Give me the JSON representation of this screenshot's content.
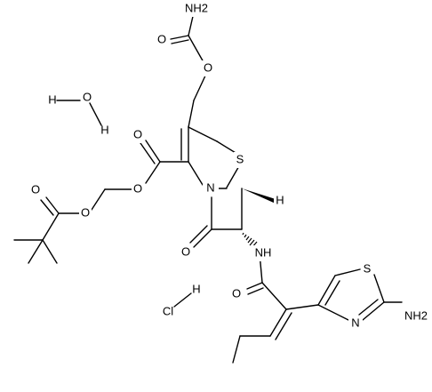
{
  "molecule": {
    "atoms": {
      "nh2_carbamate": "NH2",
      "o_carbonyl_carbamate": "O",
      "o_ether_carbamate": "O",
      "o_ester_carbonyl": "O",
      "o_ester": "O",
      "o_pivaloyl_carbonyl": "O",
      "o_pivaloyl_ester": "O",
      "n_lactam": "N",
      "s_ring": "S",
      "h_ring": "H",
      "o_lactam": "O",
      "nh_amide": "NH",
      "o_amide": "O",
      "s_thiazole": "S",
      "n_thiazole": "N",
      "nh2_thiazole": "NH2"
    },
    "water": {
      "h_left": "H",
      "o": "O",
      "h_right": "H"
    },
    "hcl": {
      "h": "H",
      "cl": "Cl"
    }
  }
}
